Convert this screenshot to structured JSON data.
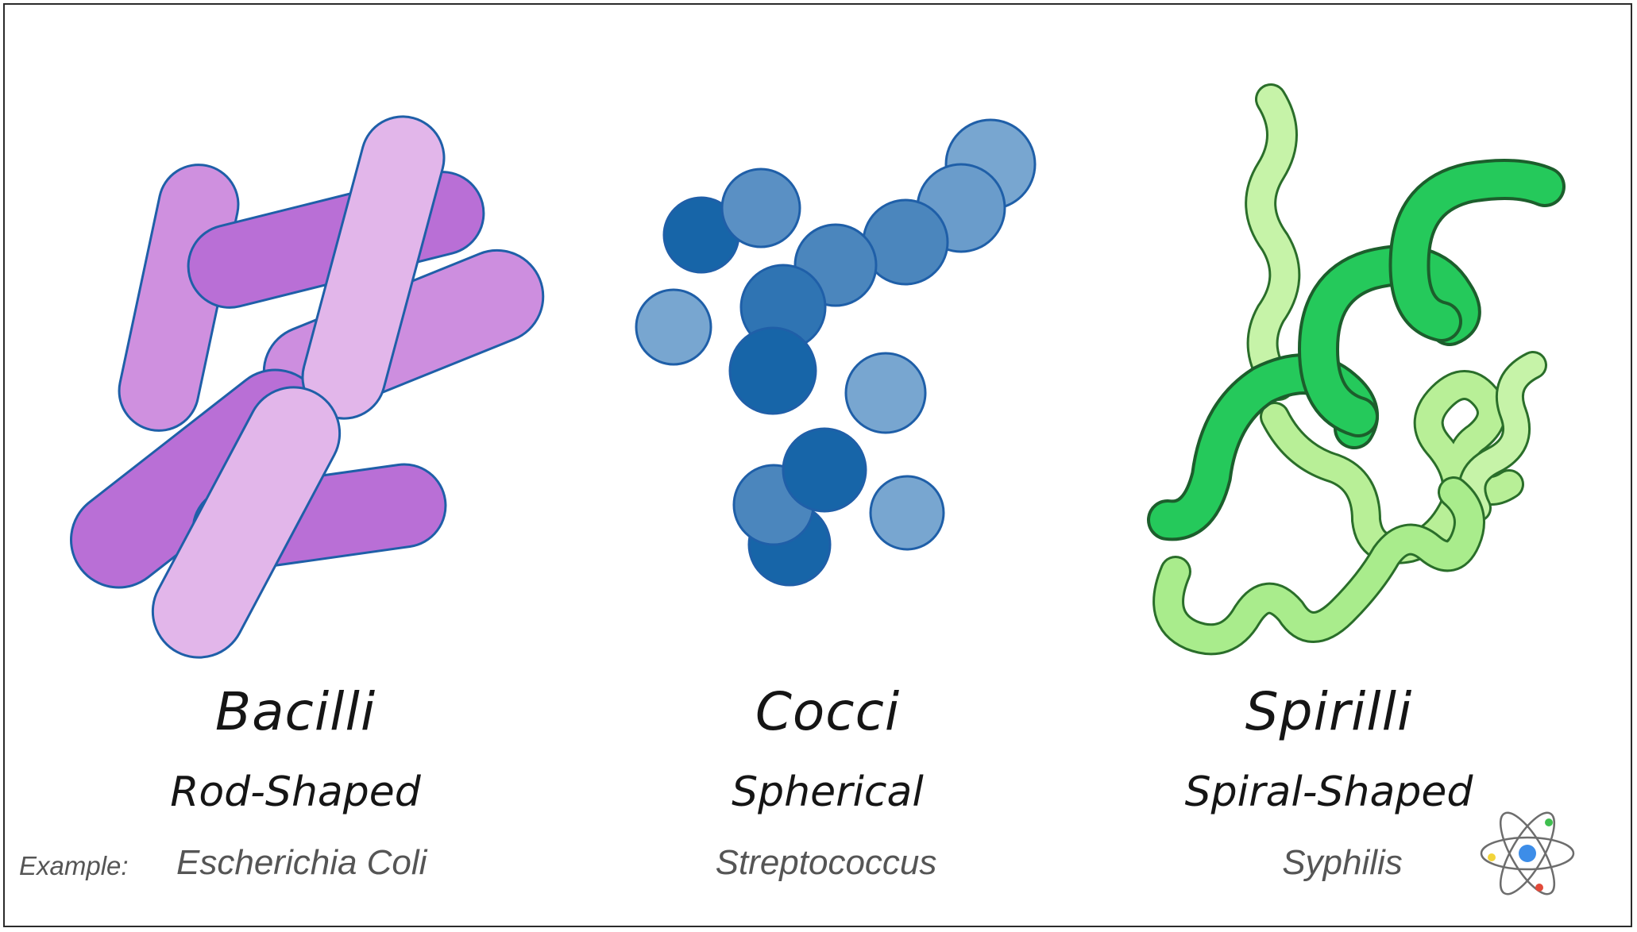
{
  "example_label": "Example:",
  "groups": [
    {
      "name": "Bacilli",
      "shape": "Rod-Shaped",
      "example": "Escherichia Coli",
      "icon": "rod-bacteria-icon",
      "colors": [
        "#b96fd6",
        "#d08ee0",
        "#e2b6ea"
      ]
    },
    {
      "name": "Cocci",
      "shape": "Spherical",
      "example": "Streptococcus",
      "icon": "sphere-bacteria-icon",
      "colors": [
        "#1765a8",
        "#4b86bd",
        "#78a6d0"
      ]
    },
    {
      "name": "Spirilli",
      "shape": "Spiral-Shaped",
      "example": "Syphilis",
      "icon": "spiral-bacteria-icon",
      "colors": [
        "#25c95b",
        "#a9ec8c",
        "#c6f3a8"
      ]
    }
  ],
  "outline_color": "#1f5fa8",
  "logo_icon": "atom-icon"
}
